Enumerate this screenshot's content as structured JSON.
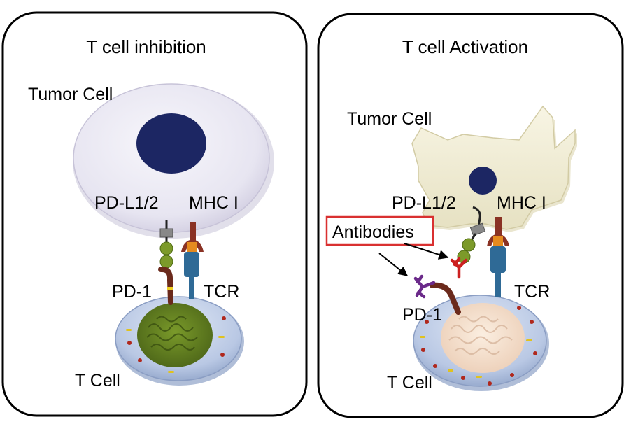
{
  "panels": [
    {
      "title": "T cell inhibition",
      "tumor_label": "Tumor Cell",
      "ligand_label": "PD-L1/2",
      "mhc_label": "MHC I",
      "pd1_label": "PD-1",
      "tcr_label": "TCR",
      "tcell_label": "T Cell"
    },
    {
      "title": "T cell Activation",
      "tumor_label": "Tumor Cell",
      "ligand_label": "PD-L1/2",
      "mhc_label": "MHC I",
      "pd1_label": "PD-1",
      "tcr_label": "TCR",
      "tcell_label": "T Cell",
      "antibodies_label": "Antibodies"
    }
  ],
  "colors": {
    "tumor_cell_inhibition": "#e9e7f3",
    "tumor_cell_activation": "#f1edd7",
    "nucleus": "#1c2663",
    "t_cell_body": "#c2cfe8",
    "t_cell_nucleus_inhibited": "#5e7a1c",
    "t_cell_nucleus_activated": "#f3dcc8",
    "pd_l1": "#7c9a2a",
    "mhc": "#8a3224",
    "tcr": "#2f6a96",
    "pd1": "#6b2a1c",
    "antibody_red": "#cc2020",
    "antibody_purple": "#6b2a8a",
    "highlight_box": "#d93030"
  }
}
